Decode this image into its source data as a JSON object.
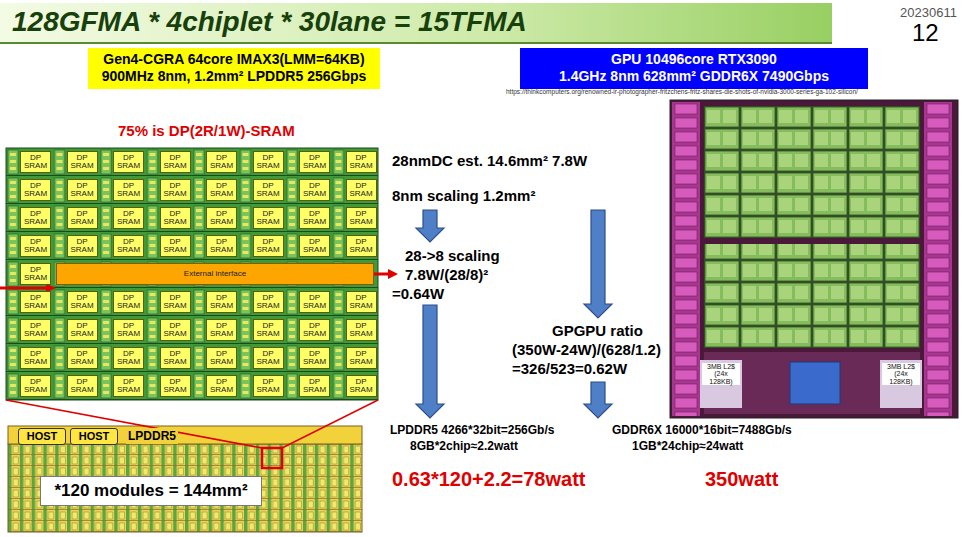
{
  "diagram": {
    "title": "128GFMA * 4chiplet * 30lane = 15TFMA",
    "nodes": [
      {
        "text": [
          "Gen4-CGRA 64core IMAX3(LMM=64KB)",
          "900MHz 8nm, 1.2mm² LPDDR5 256Gbps"
        ]
      },
      {
        "text": [
          "GPU 10496core RTX3090",
          "1.4GHz 8nm 628mm² GDDR6X 7490Gbps"
        ]
      },
      {
        "text": [
          "DP SRAM"
        ]
      },
      {
        "text": [
          "DP SRAM"
        ]
      },
      {
        "text": [
          "DP SRAM"
        ]
      },
      {
        "text": [
          "DP SRAM"
        ]
      },
      {
        "text": [
          "DP SRAM"
        ]
      },
      {
        "text": [
          "DP SRAM"
        ]
      },
      {
        "text": [
          "DP SRAM"
        ]
      },
      {
        "text": [
          "DP SRAM"
        ]
      },
      {
        "text": [
          "DP SRAM"
        ]
      },
      {
        "text": [
          "DP SRAM"
        ]
      },
      {
        "text": [
          "DP SRAM"
        ]
      },
      {
        "text": [
          "DP SRAM"
        ]
      },
      {
        "text": [
          "DP SRAM"
        ]
      },
      {
        "text": [
          "DP SRAM"
        ]
      },
      {
        "text": [
          "DP SRAM"
        ]
      },
      {
        "text": [
          "DP SRAM"
        ]
      },
      {
        "text": [
          "DP SRAM"
        ]
      },
      {
        "text": [
          "DP SRAM"
        ]
      },
      {
        "text": [
          "DP SRAM"
        ]
      },
      {
        "text": [
          "DP SRAM"
        ]
      },
      {
        "text": [
          "DP SRAM"
        ]
      },
      {
        "text": [
          "DP SRAM"
        ]
      },
      {
        "text": [
          "DP SRAM"
        ]
      },
      {
        "text": [
          "DP SRAM"
        ]
      },
      {
        "text": [
          "DP SRAM"
        ]
      },
      {
        "text": [
          "DP SRAM"
        ]
      },
      {
        "text": [
          "DP SRAM"
        ]
      },
      {
        "text": [
          "DP SRAM"
        ]
      },
      {
        "text": [
          "DP SRAM"
        ]
      },
      {
        "text": [
          "DP SRAM"
        ]
      },
      {
        "text": [
          "DP SRAM"
        ]
      },
      {
        "text": [
          "DP SRAM"
        ]
      },
      {
        "text": [
          "DP SRAM"
        ]
      },
      {
        "text": [
          "External interface"
        ]
      },
      {
        "text": [
          "DP SRAM"
        ]
      },
      {
        "text": [
          "DP SRAM"
        ]
      },
      {
        "text": [
          "DP SRAM"
        ]
      },
      {
        "text": [
          "DP SRAM"
        ]
      },
      {
        "text": [
          "DP SRAM"
        ]
      },
      {
        "text": [
          "DP SRAM"
        ]
      },
      {
        "text": [
          "DP SRAM"
        ]
      },
      {
        "text": [
          "DP SRAM"
        ]
      },
      {
        "text": [
          "DP SRAM"
        ]
      },
      {
        "text": [
          "DP SRAM"
        ]
      },
      {
        "text": [
          "DP SRAM"
        ]
      },
      {
        "text": [
          "DP SRAM"
        ]
      },
      {
        "text": [
          "DP SRAM"
        ]
      },
      {
        "text": [
          "DP SRAM"
        ]
      },
      {
        "text": [
          "DP SRAM"
        ]
      },
      {
        "text": [
          "DP SRAM"
        ]
      },
      {
        "text": [
          "DP SRAM"
        ]
      },
      {
        "text": [
          "DP SRAM"
        ]
      },
      {
        "text": [
          "DP SRAM"
        ]
      },
      {
        "text": [
          "DP SRAM"
        ]
      },
      {
        "text": [
          "DP SRAM"
        ]
      },
      {
        "text": [
          "DP SRAM"
        ]
      },
      {
        "text": [
          "DP SRAM"
        ]
      },
      {
        "text": [
          "DP SRAM"
        ]
      },
      {
        "text": [
          "DP SRAM"
        ]
      },
      {
        "text": [
          "DP SRAM"
        ]
      },
      {
        "text": [
          "DP SRAM"
        ]
      },
      {
        "text": [
          "DP SRAM"
        ]
      },
      {
        "text": [
          "DP SRAM"
        ]
      },
      {
        "text": [
          "DP SRAM"
        ]
      },
      {
        "text": [
          "DP SRAM"
        ]
      },
      {
        "text": [
          "DP SRAM"
        ]
      },
      {
        "text": [
          "HOST"
        ]
      },
      {
        "text": [
          "HOST"
        ]
      },
      {
        "text": [
          "*120 modules = 144mm²"
        ]
      }
    ],
    "labels": [
      "20230611",
      "12",
      "https://thinkcomputers.org/renowned-ir-photographer-fritzchens-fritz-shares-die-shots-of-nvidia-3000-series-ga-102-silicon/",
      "75% is DP(2R/1W)-SRAM",
      "28nmDC est. 14.6mm² 7.8W",
      "8nm scaling 1.2mm²",
      "28->8 scaling",
      "7.8W/(28/8)²",
      "=0.64W",
      "GPGPU ratio",
      "(350W-24W)/(628/1.2)",
      "=326/523=0.62W",
      "LPDDR5 4266*32bit=256Gb/s",
      "8GB*2chip≈2.2watt",
      "GDDR6X 16000*16bit=7488Gb/s",
      "1GB*24chip≈24watt",
      "0.63*120+2.2=78watt",
      "350watt",
      "LPDDR5",
      "3MB L2$ (24x 128KB)",
      "3MB L2$ (24x 128KB)"
    ]
  }
}
